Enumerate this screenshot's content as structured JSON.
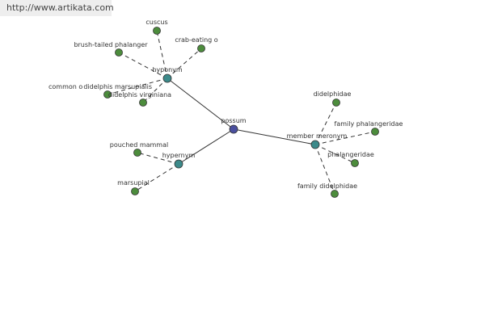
{
  "watermark": {
    "text": "http://www.artikata.com"
  },
  "colors": {
    "center": "#4a4f9e",
    "relation": "#3c8a8a",
    "leaf": "#4c8c3c"
  },
  "graph": {
    "nodes": {
      "possum": {
        "label": "possum",
        "kind": "center"
      },
      "hyponym": {
        "label": "hyponym",
        "kind": "relation"
      },
      "hypernym": {
        "label": "hypernym",
        "kind": "relation"
      },
      "member_meronym": {
        "label": "member meronym",
        "kind": "relation"
      },
      "cuscus": {
        "label": "cuscus",
        "kind": "leaf"
      },
      "crab_eating": {
        "label": "crab-eating o",
        "kind": "leaf"
      },
      "brush_tailed": {
        "label": "brush-tailed phalanger",
        "kind": "leaf"
      },
      "common_opossum": {
        "label": "common o",
        "kind": "leaf"
      },
      "didelphis_marsupialis": {
        "label": "didelphis marsupialis",
        "kind": "leaf"
      },
      "didelphis_virginiana": {
        "label": "didelphis virginiana",
        "kind": "leaf"
      },
      "pouched_mammal": {
        "label": "pouched mammal",
        "kind": "leaf"
      },
      "marsupial": {
        "label": "marsupial",
        "kind": "leaf"
      },
      "didelphidae": {
        "label": "didelphidae",
        "kind": "leaf"
      },
      "family_phalangeridae": {
        "label": "family phalangeridae",
        "kind": "leaf"
      },
      "phalangeridae": {
        "label": "phalangeridae",
        "kind": "leaf"
      },
      "family_didelphidae": {
        "label": "family didelphidae",
        "kind": "leaf"
      }
    },
    "edges": [
      {
        "from": "possum",
        "to": "hyponym",
        "style": "solid"
      },
      {
        "from": "possum",
        "to": "hypernym",
        "style": "solid"
      },
      {
        "from": "possum",
        "to": "member_meronym",
        "style": "solid"
      },
      {
        "from": "hyponym",
        "to": "cuscus",
        "style": "dashed"
      },
      {
        "from": "hyponym",
        "to": "crab_eating",
        "style": "dashed"
      },
      {
        "from": "hyponym",
        "to": "brush_tailed",
        "style": "dashed"
      },
      {
        "from": "hyponym",
        "to": "didelphis_marsupialis",
        "style": "dashed"
      },
      {
        "from": "hyponym",
        "to": "didelphis_virginiana",
        "style": "dashed"
      },
      {
        "from": "hypernym",
        "to": "pouched_mammal",
        "style": "dashed"
      },
      {
        "from": "hypernym",
        "to": "marsupial",
        "style": "dashed"
      },
      {
        "from": "member_meronym",
        "to": "didelphidae",
        "style": "dashed"
      },
      {
        "from": "member_meronym",
        "to": "family_phalangeridae",
        "style": "dashed"
      },
      {
        "from": "member_meronym",
        "to": "phalangeridae",
        "style": "dashed"
      },
      {
        "from": "member_meronym",
        "to": "family_didelphidae",
        "style": "dashed"
      }
    ]
  }
}
